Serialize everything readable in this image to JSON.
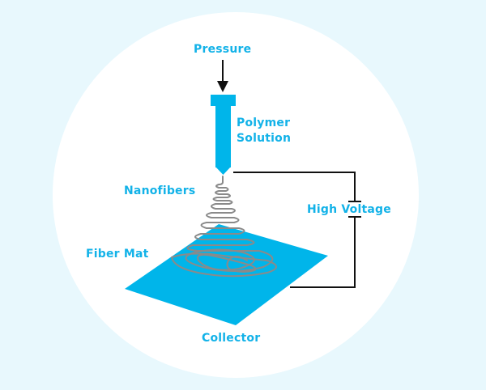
{
  "colors": {
    "background": "#e8f8fd",
    "circle": "#ffffff",
    "accent": "#00b5ea",
    "fiber": "#8a8a8a",
    "wire": "#111111"
  },
  "labels": {
    "pressure": "Pressure",
    "polymer_line1": "Polymer",
    "polymer_line2": "Solution",
    "nanofibers": "Nanofibers",
    "high_voltage": "High Voltage",
    "fiber_mat": "Fiber Mat",
    "collector": "Collector"
  }
}
